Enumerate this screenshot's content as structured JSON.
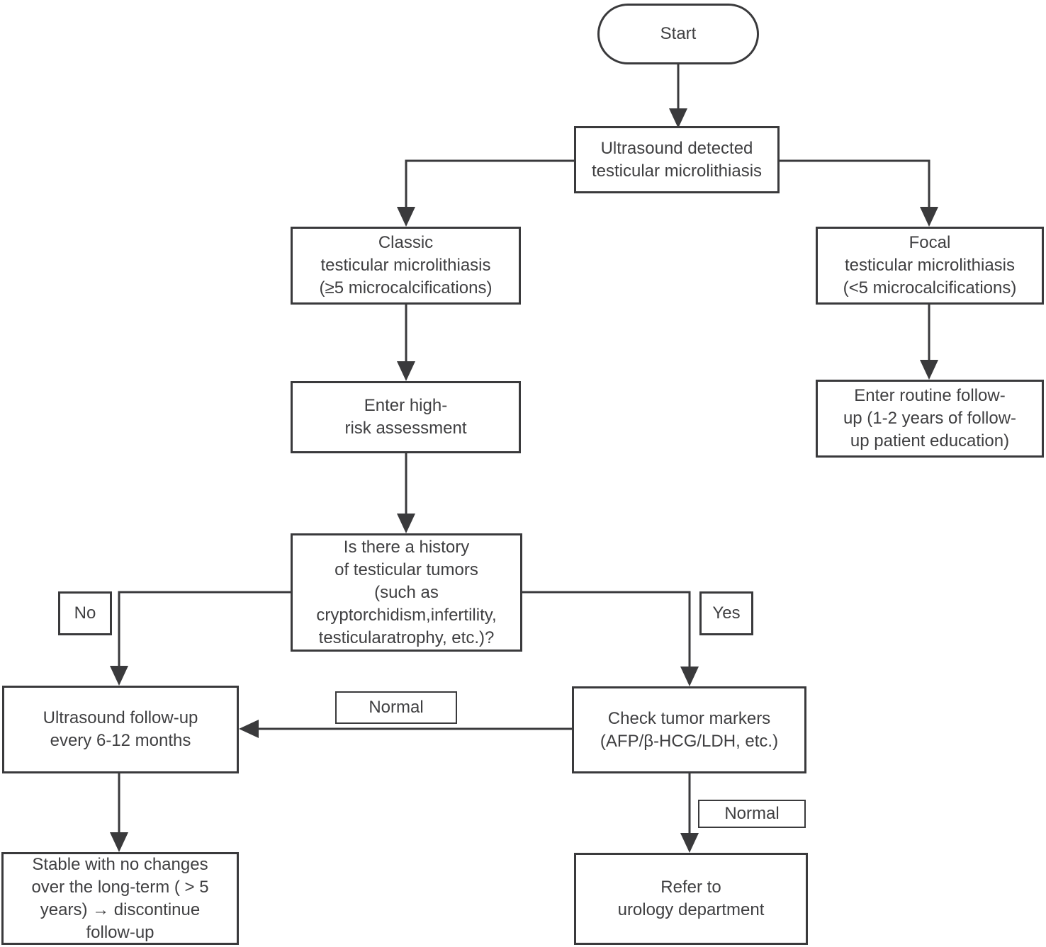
{
  "diagram": {
    "nodes": {
      "start": "Start",
      "ultrasound_detected": "Ultrasound detected\ntesticular microlithiasis",
      "classic_tm": "Classic\ntesticular microlithiasis\n(≥5 microcalcifications)",
      "focal_tm": "Focal\ntesticular microlithiasis\n(<5 microcalcifications)",
      "high_risk_assessment": "Enter high-\nrisk assessment",
      "routine_followup": "Enter routine follow-\nup (1-2 years of follow-\nup patient education)",
      "history_question": "Is there a history\nof testicular tumors\n(such as\ncryptorchidism,infertility,\ntesticularatrophy, etc.)?",
      "ultrasound_followup": "Ultrasound follow-up\nevery 6-12 months",
      "stable_discontinue": "Stable with no changes\nover the long-term ( > 5\nyears) → discontinue\nfollow-up",
      "check_tumor_markers": "Check tumor markers\n(AFP/β-HCG/LDH, etc.)",
      "refer_urology": "Refer to\nurology department"
    },
    "edge_labels": {
      "no": "No",
      "yes": "Yes",
      "normal_left": "Normal",
      "normal_right": "Normal"
    },
    "colors": {
      "line": "#3a3a3c",
      "text": "#3f3f41",
      "background": "#ffffff"
    }
  }
}
